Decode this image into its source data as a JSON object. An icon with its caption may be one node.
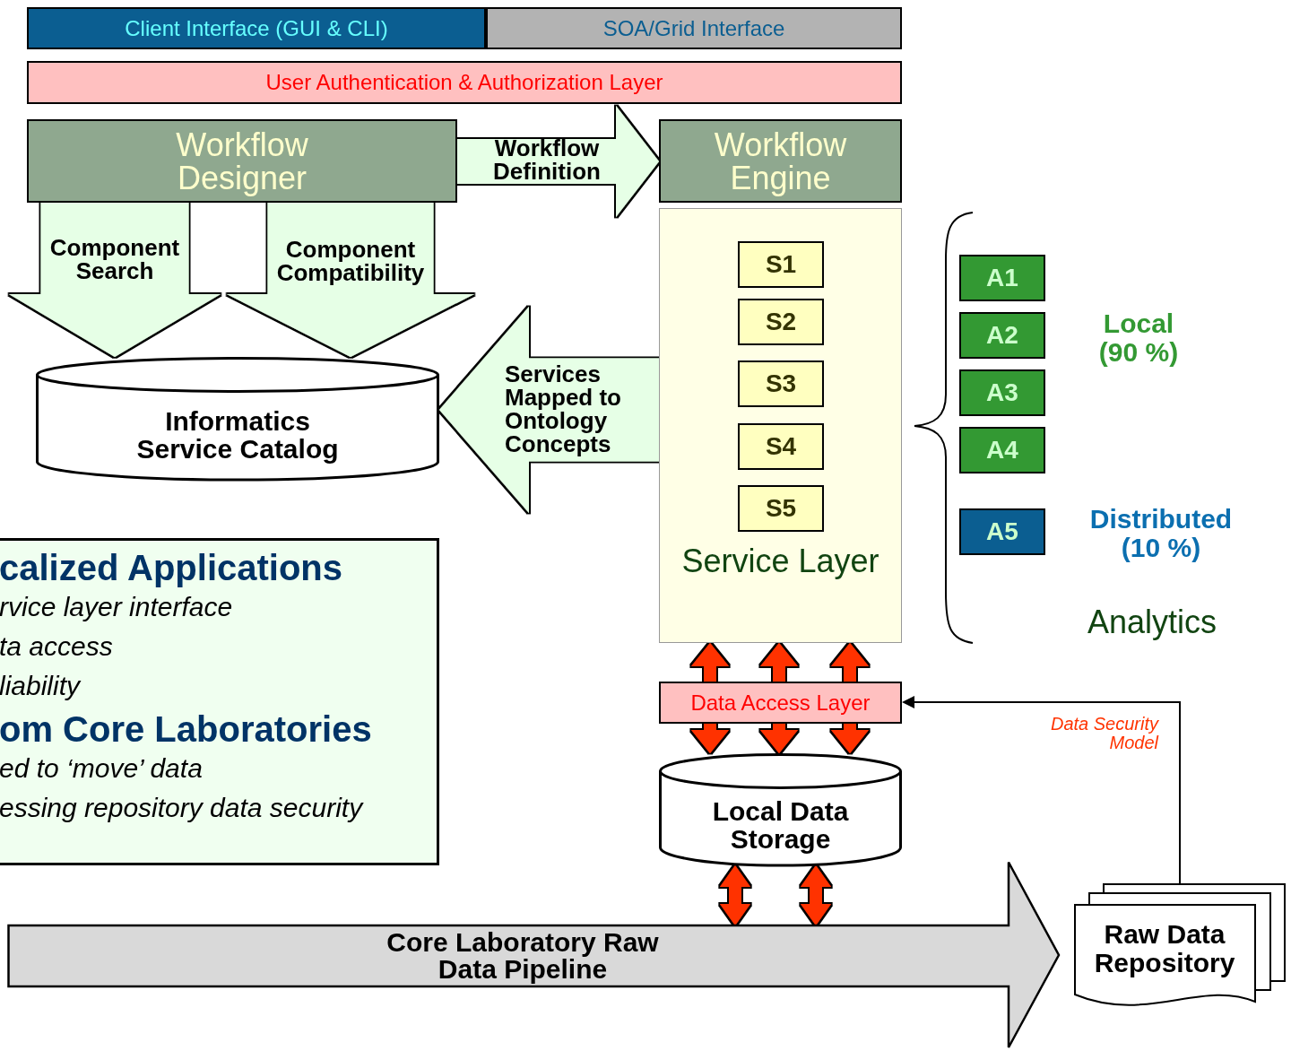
{
  "diagram": {
    "nodes": [
      {
        "text": [
          "Client Interface (GUI & CLI)"
        ]
      },
      {
        "text": [
          "SOA/Grid Interface"
        ]
      },
      {
        "text": [
          "User Authentication & Authorization Layer"
        ]
      },
      {
        "text": [
          "Workflow Designer"
        ]
      },
      {
        "text": [
          "Workflow Engine"
        ]
      },
      {
        "text": [
          "Service Layer"
        ]
      },
      {
        "text": [
          "S1"
        ],
        "in": 5
      },
      {
        "text": [
          "S2"
        ],
        "in": 5
      },
      {
        "text": [
          "S3"
        ],
        "in": 5
      },
      {
        "text": [
          "S4"
        ],
        "in": 5
      },
      {
        "text": [
          "S5"
        ],
        "in": 5
      },
      {
        "text": [
          "A1"
        ]
      },
      {
        "text": [
          "A2"
        ]
      },
      {
        "text": [
          "A3"
        ]
      },
      {
        "text": [
          "A4"
        ]
      },
      {
        "text": [
          "A5"
        ]
      },
      {
        "text": [
          "Informatics Service Catalog"
        ]
      },
      {
        "text": [
          "calized Applications",
          "rvice layer interface",
          "ta access",
          "liability",
          "om Core Laboratories",
          "ed to ‘move’ data",
          "essing repository data security"
        ]
      },
      {
        "text": [
          "Data Access Layer"
        ]
      },
      {
        "text": [
          "Local Data Storage"
        ]
      },
      {
        "text": [
          "Core Laboratory Raw Data Pipeline"
        ]
      },
      {
        "text": [
          "Raw Data Repository"
        ]
      }
    ],
    "edges": [
      {
        "from": 3,
        "to": 4,
        "arrow": "to",
        "label": "Workflow Definition",
        "style": "thick",
        "color": "#e6ffe6"
      },
      {
        "from": 3,
        "to": 16,
        "arrow": "to",
        "label": "Component Search",
        "style": "thick",
        "color": "#e6ffe6"
      },
      {
        "from": 3,
        "to": 16,
        "arrow": "to",
        "label": "Component Compatibility",
        "style": "thick",
        "color": "#e6ffe6"
      },
      {
        "from": 5,
        "to": 16,
        "arrow": "to",
        "label": "Services Mapped to Ontology Concepts",
        "style": "thick",
        "color": "#e6ffe6"
      },
      {
        "from": 18,
        "to": 5,
        "arrow": "to",
        "color": "#ff3300"
      },
      {
        "from": 18,
        "to": 5,
        "arrow": "to",
        "color": "#ff3300"
      },
      {
        "from": 18,
        "to": 5,
        "arrow": "to",
        "color": "#ff3300"
      },
      {
        "from": 18,
        "to": 19,
        "arrow": "to",
        "color": "#ff3300"
      },
      {
        "from": 18,
        "to": 19,
        "arrow": "to",
        "color": "#ff3300"
      },
      {
        "from": 18,
        "to": 19,
        "arrow": "to",
        "color": "#ff3300"
      },
      {
        "from": 19,
        "to": 20,
        "arrow": "both",
        "color": "#ff3300"
      },
      {
        "from": 19,
        "to": 20,
        "arrow": "both",
        "color": "#ff3300"
      },
      {
        "from": 21,
        "to": 18,
        "arrow": "to",
        "label": "Data Security Model",
        "color": "#000000"
      }
    ],
    "labels": [
      "Local (90 %)",
      "Distributed (10 %)",
      "Analytics"
    ]
  }
}
